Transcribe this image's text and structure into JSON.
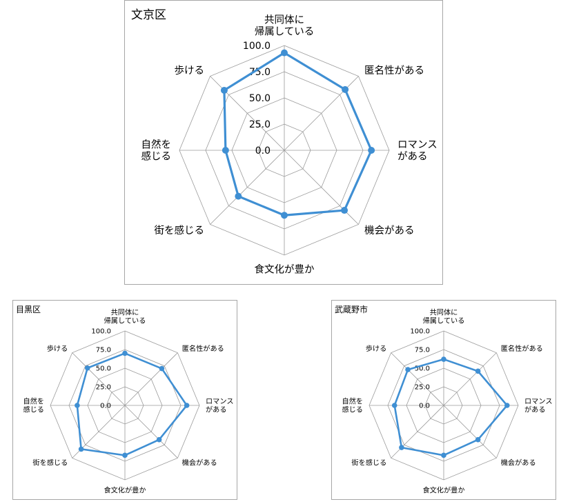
{
  "chart_data": [
    {
      "type": "radar",
      "title": "文京区",
      "categories": [
        "共同体に\n帰属している",
        "匿名性がある",
        "ロマンス\nがある",
        "機会がある",
        "食文化が豊か",
        "街を感じる",
        "自然を\n感じる",
        "歩ける"
      ],
      "rlim": [
        0,
        100
      ],
      "ticks": [
        "0.0",
        "25.0",
        "50.0",
        "75.0",
        "100.0"
      ],
      "values": [
        93,
        82,
        83,
        81,
        62,
        62,
        56,
        81
      ],
      "color": "#3f8fd3"
    },
    {
      "type": "radar",
      "title": "目黒区",
      "categories": [
        "共同体に\n帰属している",
        "匿名性がある",
        "ロマンス\nがある",
        "機会がある",
        "食文化が豊か",
        "街を感じる",
        "自然を\n感じる",
        "歩ける"
      ],
      "rlim": [
        0,
        100
      ],
      "ticks": [
        "0.0",
        "25.0",
        "50.0",
        "75.0",
        "100.0"
      ],
      "values": [
        70,
        70,
        83,
        65,
        67,
        83,
        64,
        71
      ],
      "color": "#3f8fd3"
    },
    {
      "type": "radar",
      "title": "武蔵野市",
      "categories": [
        "共同体に\n帰属している",
        "匿名性がある",
        "ロマンス\nがある",
        "機会がある",
        "食文化が豊か",
        "街を感じる",
        "自然を\n感じる",
        "歩ける"
      ],
      "rlim": [
        0,
        100
      ],
      "ticks": [
        "0.0",
        "25.0",
        "50.0",
        "75.0",
        "100.0"
      ],
      "values": [
        62,
        65,
        85,
        65,
        67,
        80,
        66,
        68
      ],
      "color": "#3f8fd3"
    }
  ]
}
